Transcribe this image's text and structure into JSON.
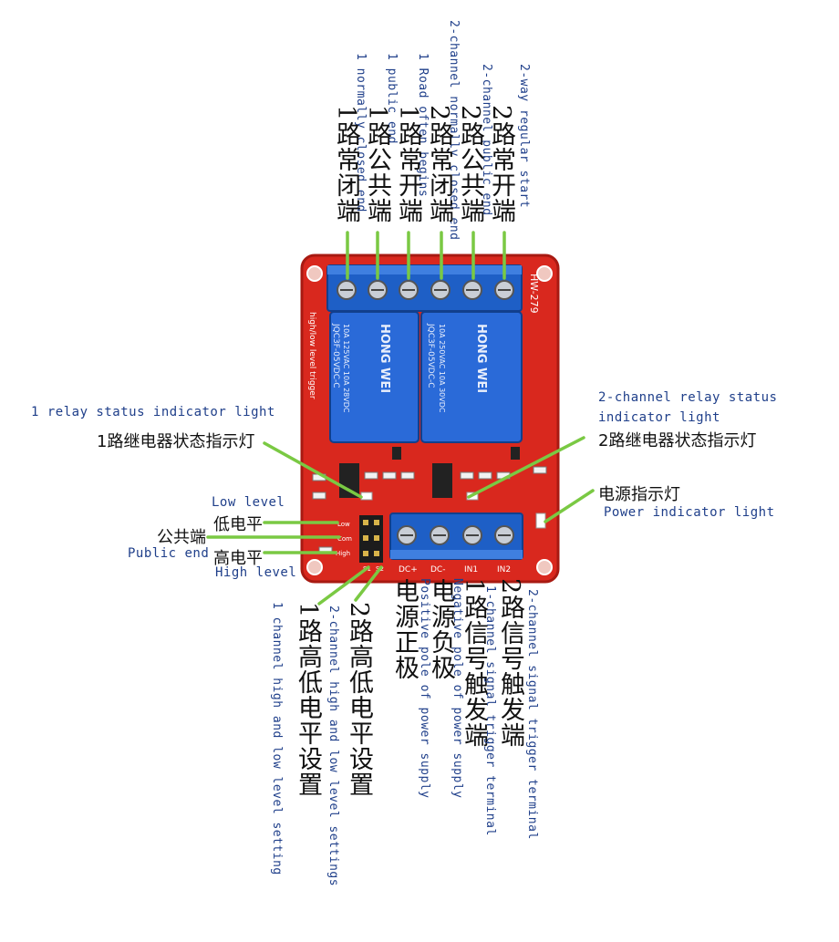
{
  "colors": {
    "board": "#d9281e",
    "board_edge": "#a81a12",
    "terminal_blue": "#1e5fc6",
    "relay_blue": "#2a6ad8",
    "pointer_green": "#7ac943",
    "english_text": "#1f3f8a"
  },
  "top_terminals": [
    {
      "cn": "1路常闭端",
      "en": "1 normally closed end"
    },
    {
      "cn": "1路公共端",
      "en": "1 public end"
    },
    {
      "cn": "1路常开端",
      "en": "1 Road often begins"
    },
    {
      "cn": "2路常闭端",
      "en": "2-channel normally closed end"
    },
    {
      "cn": "2路公共端",
      "en": "2-channel public end"
    },
    {
      "cn": "2路常开端",
      "en": "2-way regular start"
    }
  ],
  "side_labels": {
    "relay1_status_en": "1 relay status indicator light",
    "relay1_status_cn": "1路继电器状态指示灯",
    "relay2_status_en": "2-channel relay status indicator light",
    "relay2_status_cn": "2路继电器状态指示灯",
    "power_led_cn": "电源指示灯",
    "power_led_en": "Power indicator light",
    "low_level_en": "Low level",
    "low_level_cn": "低电平",
    "common_cn": "公共端",
    "common_en": "Public end",
    "high_level_cn": "高电平",
    "high_level_en": "High level"
  },
  "bottom_labels": [
    {
      "cn": "1路高低电平设置",
      "en": "1 channel high and low level setting"
    },
    {
      "cn": "2路高低电平设置",
      "en": "2-channel high and low level settings"
    },
    {
      "cn": "电源正极",
      "en": "Positive pole of power supply"
    },
    {
      "cn": "电源负极",
      "en": "Negative pole of power supply"
    },
    {
      "cn": "1路信号触发端",
      "en": "1-channel signal trigger terminal"
    },
    {
      "cn": "2路信号触发端",
      "en": "2-channel signal trigger terminal"
    }
  ],
  "board": {
    "relay_brand": "HONG WEI",
    "relay_model": "JQC3F-05VDC-C",
    "relay_rating_1": "10A 250VAC 10A 30VDC",
    "relay_rating_2": "10A 125VAC 10A 28VDC",
    "board_code": "HW-279",
    "trigger_note": "high/low level trigger",
    "pin_dc_plus": "DC+",
    "pin_dc_minus": "DC-",
    "pin_in1": "IN1",
    "pin_in2": "IN2",
    "jumper_low": "Low",
    "jumper_com": "Com",
    "jumper_high": "High",
    "jumper_s1": "S1",
    "jumper_s2": "S2"
  }
}
